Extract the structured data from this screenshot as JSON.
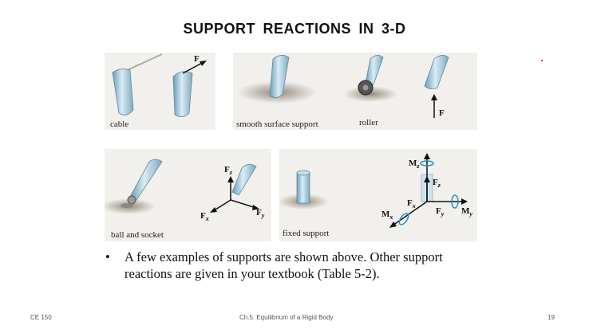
{
  "title": "SUPPORT  REACTIONS  IN  3-D",
  "panels": {
    "cable": {
      "caption": "cable",
      "force": "F"
    },
    "smooth": {
      "caption": "smooth surface support",
      "roller_caption": "roller",
      "force": "F"
    },
    "ball": {
      "caption": "ball and socket",
      "fz": "F",
      "fz_sub": "z",
      "fx": "F",
      "fx_sub": "x",
      "fy": "F",
      "fy_sub": "y"
    },
    "fixed": {
      "caption": "fixed support",
      "mz": "M",
      "mz_sub": "z",
      "fz": "F",
      "fz_sub": "z",
      "fx": "F",
      "fx_sub": "x",
      "fy": "F",
      "fy_sub": "y",
      "mx": "M",
      "mx_sub": "x",
      "my": "M",
      "my_sub": "y"
    }
  },
  "bullet": {
    "marker": "•",
    "text": "A few examples of supports are shown above. Other support reactions are given in your textbook (Table 5-2)."
  },
  "footer": {
    "left": "CE 150",
    "center": "Ch.5. Equilibrium of a Rigid Body",
    "page": "19"
  }
}
